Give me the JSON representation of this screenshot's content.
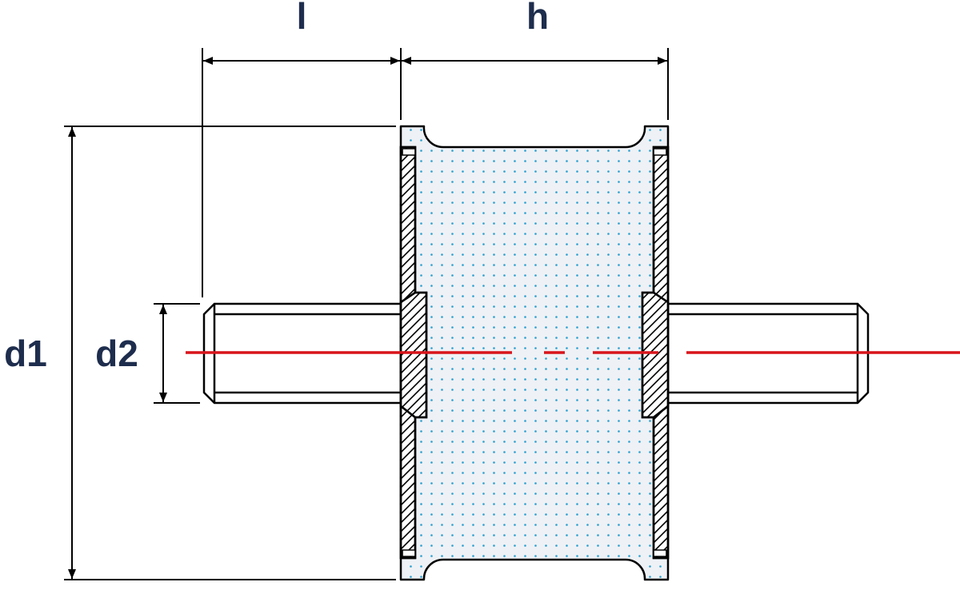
{
  "labels": {
    "l": "l",
    "h": "h",
    "d1": "d1",
    "d2": "d2"
  },
  "colors": {
    "label": "#1e2d4d",
    "outline": "#000000",
    "rubber_fill": "#eef1f5",
    "rubber_dots": "#2a9fd0",
    "centerline": "#d8141b"
  }
}
